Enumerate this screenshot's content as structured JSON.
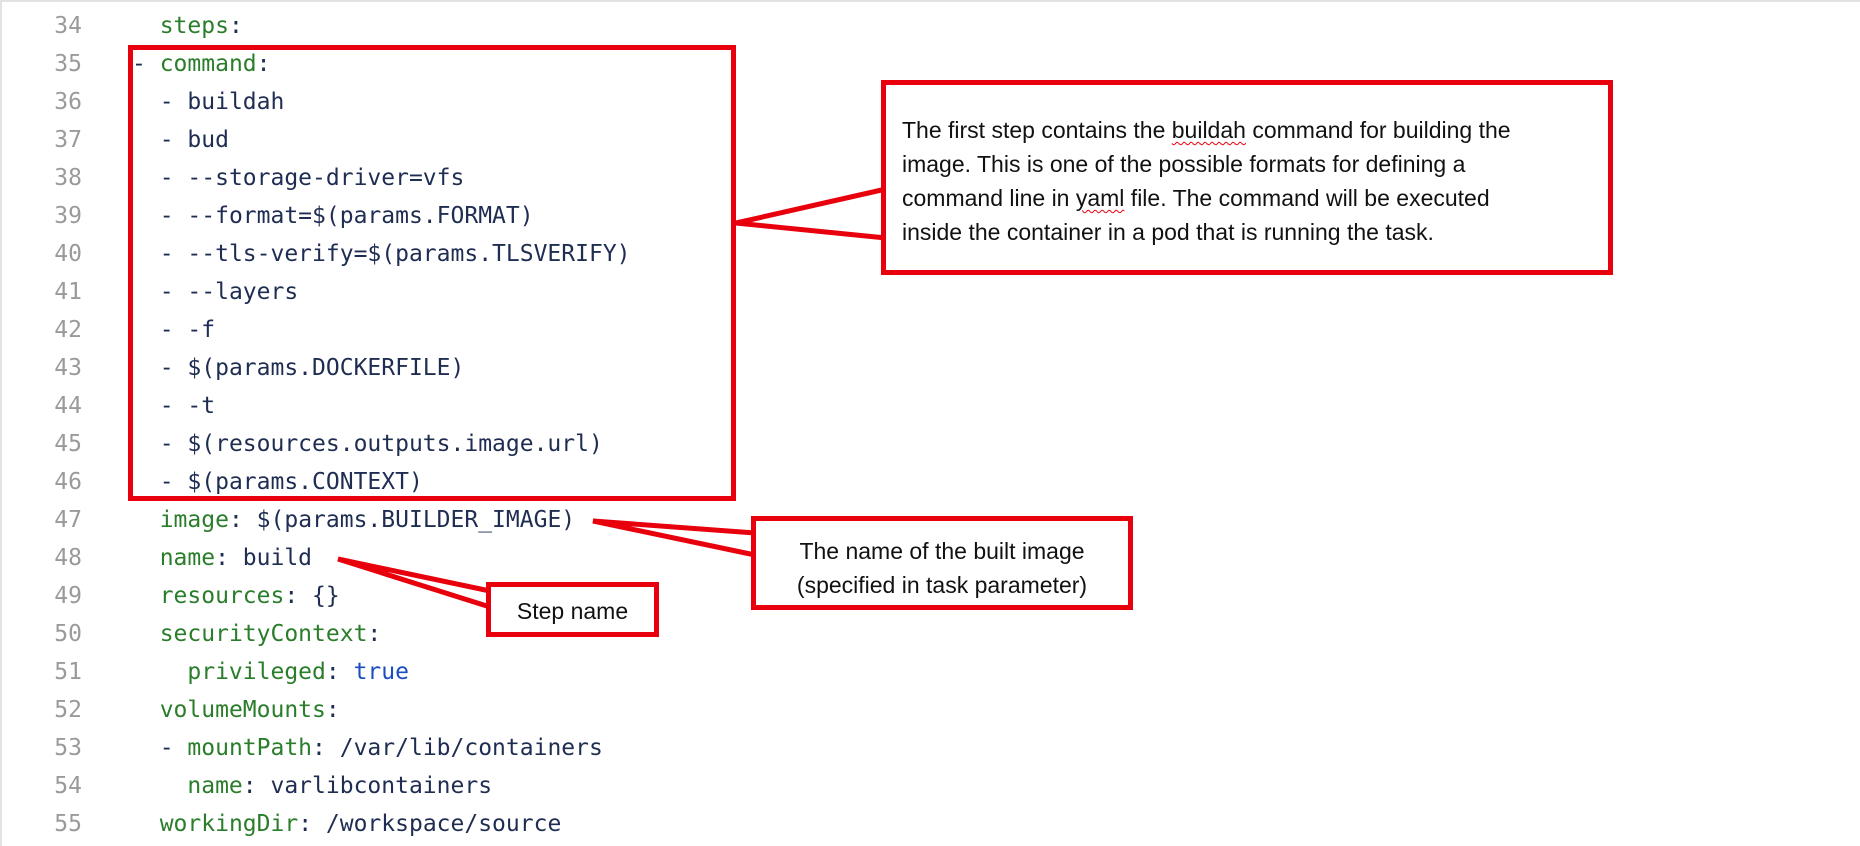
{
  "code_lines": [
    {
      "n": "34",
      "indent": "  ",
      "key": "steps",
      "sep": ":",
      "value": "",
      "dash": ""
    },
    {
      "n": "35",
      "indent": "",
      "key": "command",
      "sep": ":",
      "value": "",
      "dash": "- "
    },
    {
      "n": "36",
      "indent": "  ",
      "key": "",
      "sep": "",
      "value": "buildah",
      "dash": "- "
    },
    {
      "n": "37",
      "indent": "  ",
      "key": "",
      "sep": "",
      "value": "bud",
      "dash": "- "
    },
    {
      "n": "38",
      "indent": "  ",
      "key": "",
      "sep": "",
      "value": "--storage-driver=vfs",
      "dash": "- "
    },
    {
      "n": "39",
      "indent": "  ",
      "key": "",
      "sep": "",
      "value": "--format=$(params.FORMAT)",
      "dash": "- "
    },
    {
      "n": "40",
      "indent": "  ",
      "key": "",
      "sep": "",
      "value": "--tls-verify=$(params.TLSVERIFY)",
      "dash": "- "
    },
    {
      "n": "41",
      "indent": "  ",
      "key": "",
      "sep": "",
      "value": "--layers",
      "dash": "- "
    },
    {
      "n": "42",
      "indent": "  ",
      "key": "",
      "sep": "",
      "value": "-f",
      "dash": "- "
    },
    {
      "n": "43",
      "indent": "  ",
      "key": "",
      "sep": "",
      "value": "$(params.DOCKERFILE)",
      "dash": "- "
    },
    {
      "n": "44",
      "indent": "  ",
      "key": "",
      "sep": "",
      "value": "-t",
      "dash": "- "
    },
    {
      "n": "45",
      "indent": "  ",
      "key": "",
      "sep": "",
      "value": "$(resources.outputs.image.url)",
      "dash": "- "
    },
    {
      "n": "46",
      "indent": "  ",
      "key": "",
      "sep": "",
      "value": "$(params.CONTEXT)",
      "dash": "- "
    },
    {
      "n": "47",
      "indent": "  ",
      "key": "image",
      "sep": ": ",
      "value": "$(params.BUILDER_IMAGE)",
      "dash": ""
    },
    {
      "n": "48",
      "indent": "  ",
      "key": "name",
      "sep": ": ",
      "value": "build",
      "dash": ""
    },
    {
      "n": "49",
      "indent": "  ",
      "key": "resources",
      "sep": ": ",
      "value": "{}",
      "dash": ""
    },
    {
      "n": "50",
      "indent": "  ",
      "key": "securityContext",
      "sep": ":",
      "value": "",
      "dash": ""
    },
    {
      "n": "51",
      "indent": "    ",
      "key": "privileged",
      "sep": ": ",
      "value": "true",
      "dash": "",
      "bool": true
    },
    {
      "n": "52",
      "indent": "  ",
      "key": "volumeMounts",
      "sep": ":",
      "value": "",
      "dash": ""
    },
    {
      "n": "53",
      "indent": "  ",
      "key": "mountPath",
      "sep": ": ",
      "value": "/var/lib/containers",
      "dash": "- "
    },
    {
      "n": "54",
      "indent": "    ",
      "key": "name",
      "sep": ": ",
      "value": "varlibcontainers",
      "dash": ""
    },
    {
      "n": "55",
      "indent": "  ",
      "key": "workingDir",
      "sep": ": ",
      "value": "/workspace/source",
      "dash": ""
    }
  ],
  "callouts": {
    "first_step": {
      "lines": [
        [
          "The first step contains the ",
          {
            "squiggle": "buildah"
          },
          " command for building the"
        ],
        [
          "image. This is one of the possible formats for defining a"
        ],
        [
          "command line in ",
          {
            "squiggle": "yaml"
          },
          " file. The command will be executed"
        ],
        [
          "inside the container in a pod that is running the task."
        ]
      ]
    },
    "image_name": {
      "line1": "The name of the built image",
      "line2": "(specified in task parameter)"
    },
    "step_name": {
      "text": "Step name"
    }
  },
  "colors": {
    "accent_red": "#e8000c",
    "key_green": "#2a7d2a",
    "value_navy": "#1f2d52",
    "bool_blue": "#1a4dbf",
    "line_number_gray": "#9a9a9a"
  }
}
